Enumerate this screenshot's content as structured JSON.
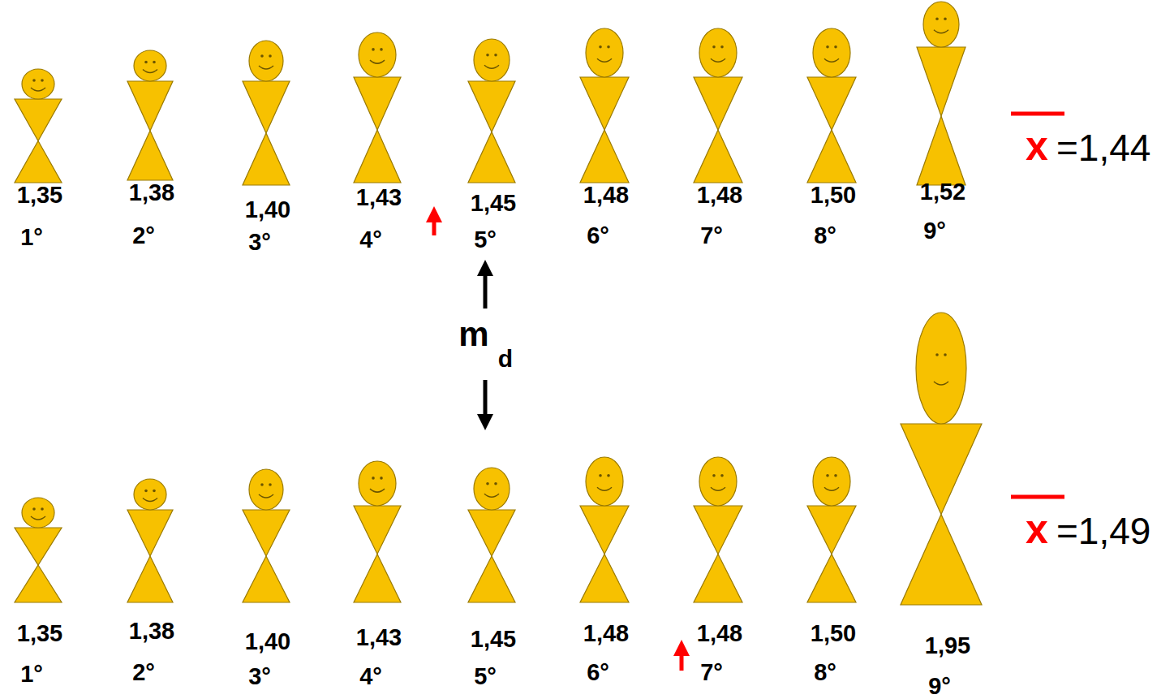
{
  "diagram": {
    "labels": [
      "1,35",
      "1°",
      "1,38",
      "2°",
      "1,40",
      "3°",
      "1,43",
      "4°",
      "1,45",
      "5°",
      "1,48",
      "6°",
      "1,48",
      "7°",
      "1,50",
      "8°",
      "1,52",
      "9°",
      "x",
      "=1,44",
      "m",
      "d",
      "1,35",
      "1°",
      "1,38",
      "2°",
      "1,40",
      "3°",
      "1,43",
      "4°",
      "1,45",
      "5°",
      "1,48",
      "6°",
      "1,48",
      "7°",
      "1,50",
      "8°",
      "1,95",
      "9°",
      "x",
      "=1,49"
    ]
  }
}
